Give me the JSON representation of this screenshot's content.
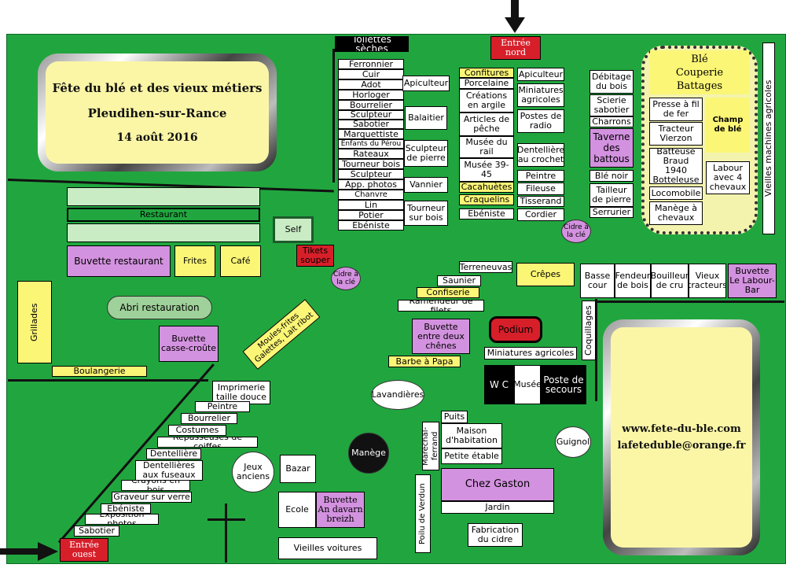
{
  "title_panel": {
    "title": "Fête du blé et des vieux métiers",
    "place": "Pleudihen-sur-Rance",
    "date": "14 août 2016"
  },
  "contact_panel": {
    "website": "www.fete-du-ble.com",
    "email": "lafeteduble@orange.fr"
  },
  "entrances": {
    "north": "Entrée nord",
    "west": "Entrée ouest"
  },
  "toilets": "Toilettes sèches",
  "column1": [
    "Ferronnier",
    "Cuir",
    "Adot",
    "Horloger",
    "Bourrelier",
    "Sculpteur",
    "Sabotier",
    "Marquettiste",
    "Enfants du Pérou",
    "Rateaux",
    "Tourneur bois",
    "Sculpteur",
    "App. photos",
    "Chanvre",
    "Lin",
    "Potier",
    "Ebéniste"
  ],
  "column2": [
    "Apiculteur",
    "Balaitier",
    "Sculpteur de pierre",
    "Vannier",
    "Tourneur sur bois"
  ],
  "column3": [
    "Confitures",
    "Porcelaine",
    "Créations en argile",
    "Articles de pêche",
    "Musée du rail",
    "Musée 39-45",
    "Cacahuètes",
    "Craquelins",
    "Ebéniste"
  ],
  "column4": [
    "Apiculteur",
    "Miniatures agricoles",
    "Postes de radio",
    "Dentellière au crochet",
    "Peintre",
    "Fileuse",
    "Tisserand",
    "Cordier"
  ],
  "column5": [
    "Débitage du bois",
    "Scierie sabotier",
    "Charrons",
    "Taverne des battous",
    "Blé noir",
    "Tailleur de pierre",
    "Serrurier"
  ],
  "ble_area": {
    "header": "Blé Couperie Battages",
    "items": [
      "Presse à fil de fer",
      "Tracteur Vierzon",
      "Batteuse Braud 1940 Botteleuse",
      "Locomobile",
      "Manège à chevaux"
    ],
    "champ": "Champ de blé",
    "labour": "Labour avec 4 chevaux",
    "machines": "Vieilles machines agricoles"
  },
  "restaurant": {
    "label": "Restaurant",
    "self": "Self",
    "tickets": "Tikets souper",
    "buvette": "Buvette restaurant",
    "frites": "Frites",
    "cafe": "Café",
    "cidre1": "Cidre à la clé",
    "cidre2": "Cidre à la clé",
    "abri": "Abri restauration",
    "grillades": "Grillades",
    "buvette_cc": "Buvette casse-croûte",
    "boulangerie": "Boulangerie",
    "moules": "Moules-frites Galettes, Lait ribot"
  },
  "center": {
    "terreneuvas": "Terreneuvas",
    "saunier": "Saunier",
    "confiserie": "Confiserie",
    "ramendeur": "Ramendeur de filets",
    "buvette_ed": "Buvette entre deux chênes",
    "barbe": "Barbe à Papa",
    "podium": "Podium",
    "miniatures": "Miniatures agricoles",
    "wc": "W C",
    "musee": "Musée",
    "poste": "Poste de secours",
    "crepes": "Crêpes",
    "lavandieres": "Lavandières",
    "manege": "Manège",
    "jeux": "Jeux anciens",
    "bazar": "Bazar",
    "ecole": "Ecole",
    "buvette_av": "Buvette An davarn breizh",
    "voitures": "Vieilles voitures",
    "guignol": "Guignol",
    "coquillages": "Coquillages",
    "marechal": "Maréchal-ferrand",
    "puits": "Puits",
    "maison": "Maison d'habitation",
    "etable": "Petite étable",
    "gaston": "Chez Gaston",
    "jardin": "Jardin",
    "fabrication": "Fabrication du cidre",
    "poilu": "Poilu de Verdun"
  },
  "right_row": [
    "Basse cour",
    "Fendeur de bois",
    "Bouilleur de cru",
    "Vieux tracteurs"
  ],
  "buvette_labour": "Buvette Le Labour-Bar",
  "diagonal": [
    "Imprimerie taille douce",
    "Peintre",
    "Bourrelier",
    "Costumes",
    "Repasseuses de coiffes",
    "Dentellière",
    "Dentellières aux fuseaux",
    "Crayons en bois",
    "Graveur sur verre",
    "Ebéniste",
    "Exposition photos",
    "Sabotier"
  ],
  "colors": {
    "field": "#21a63f",
    "yellow": "#fbf676",
    "purple": "#d392df",
    "red": "#d71f2a",
    "panel": "#fbf6a6"
  }
}
